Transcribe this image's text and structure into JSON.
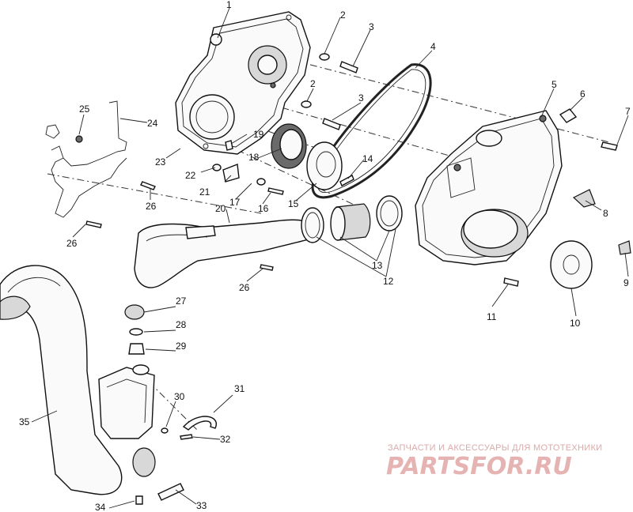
{
  "callouts": [
    {
      "id": "1",
      "text": "1"
    },
    {
      "id": "2a",
      "text": "2"
    },
    {
      "id": "3a",
      "text": "3"
    },
    {
      "id": "4",
      "text": "4"
    },
    {
      "id": "2b",
      "text": "2"
    },
    {
      "id": "3b",
      "text": "3"
    },
    {
      "id": "5",
      "text": "5"
    },
    {
      "id": "6",
      "text": "6"
    },
    {
      "id": "7",
      "text": "7"
    },
    {
      "id": "8",
      "text": "8"
    },
    {
      "id": "9",
      "text": "9"
    },
    {
      "id": "10",
      "text": "10"
    },
    {
      "id": "11",
      "text": "11"
    },
    {
      "id": "12",
      "text": "12"
    },
    {
      "id": "13",
      "text": "13"
    },
    {
      "id": "14",
      "text": "14"
    },
    {
      "id": "15",
      "text": "15"
    },
    {
      "id": "16",
      "text": "16"
    },
    {
      "id": "17",
      "text": "17"
    },
    {
      "id": "18",
      "text": "18"
    },
    {
      "id": "19",
      "text": "19"
    },
    {
      "id": "20",
      "text": "20"
    },
    {
      "id": "21",
      "text": "21"
    },
    {
      "id": "22",
      "text": "22"
    },
    {
      "id": "23",
      "text": "23"
    },
    {
      "id": "24",
      "text": "24"
    },
    {
      "id": "25",
      "text": "25"
    },
    {
      "id": "26a",
      "text": "26"
    },
    {
      "id": "26b",
      "text": "26"
    },
    {
      "id": "26c",
      "text": "26"
    },
    {
      "id": "27",
      "text": "27"
    },
    {
      "id": "28",
      "text": "28"
    },
    {
      "id": "29",
      "text": "29"
    },
    {
      "id": "30",
      "text": "30"
    },
    {
      "id": "31",
      "text": "31"
    },
    {
      "id": "32",
      "text": "32"
    },
    {
      "id": "33",
      "text": "33"
    },
    {
      "id": "34",
      "text": "34"
    },
    {
      "id": "35",
      "text": "35"
    }
  ],
  "watermark": {
    "tagline": "ЗАПЧАСТИ И АКСЕССУАРЫ ДЛЯ МОТОТЕХНИКИ",
    "logo": "PARTSFOR.RU"
  }
}
